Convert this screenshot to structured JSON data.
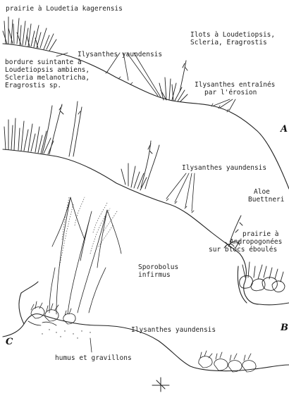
{
  "labels": {
    "prairie_loudetia": "prairie à Loudetia kagerensis",
    "ilyanthes_top": "Ilysanthes yaundensis",
    "ilots_1": "Ilots à Loudetiopsis,",
    "ilots_2": "Scleria, Eragrostis",
    "bordure_1": "bordure suintante à",
    "bordure_2": "Loudetiopsis ambiens,",
    "bordure_3": "Scleria melanotricha,",
    "bordure_4": "Eragrostis sp.",
    "entraines_1": "Ilysanthes entraînés",
    "entraines_2": "par l'érosion",
    "ilyanthes_mid": "Ilysanthes yaundensis",
    "aloe_1": "Aloe",
    "aloe_2": "Buettneri",
    "prairie_andro_1": "prairie à",
    "prairie_andro_2": "Andropogonées",
    "prairie_andro_3": "sur blocs éboulés",
    "sporobolus_1": "Sporobolus",
    "sporobolus_2": "infirmus",
    "ilyanthes_bottom": "Ilysanthes yaundensis",
    "humus": "humus et gravillons"
  },
  "panels": {
    "a": "A",
    "b": "B",
    "c": "C"
  }
}
